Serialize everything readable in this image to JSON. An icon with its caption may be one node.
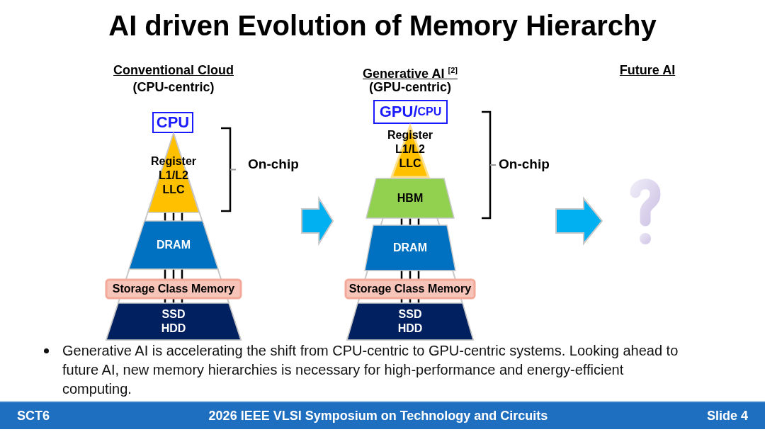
{
  "diagram": {
    "title": "AI driven Evolution of Memory Hierarchy",
    "nodes": [
      {
        "text": [
          "Conventional Cloud",
          "(CPU-centric)",
          "On-chip"
        ]
      },
      {
        "text": [
          "CPU"
        ],
        "in": 0
      },
      {
        "text": [
          "Register L1/L2 LLC"
        ],
        "in": 0
      },
      {
        "text": [
          "DRAM"
        ],
        "in": 0
      },
      {
        "text": [
          "Storage Class Memory"
        ],
        "in": 0
      },
      {
        "text": [
          "SSD HDD"
        ],
        "in": 0
      },
      {
        "text": [
          "Generative AI $^{[2]}$",
          "(GPU-centric)",
          "On-chip"
        ]
      },
      {
        "text": [
          "GPU/",
          "CPU"
        ],
        "in": 6
      },
      {
        "text": [
          "Register L1/L2 LLC"
        ],
        "in": 6
      },
      {
        "text": [
          "HBM"
        ],
        "in": 6
      },
      {
        "text": [
          "DRAM"
        ],
        "in": 6
      },
      {
        "text": [
          "Storage Class Memory"
        ],
        "in": 6
      },
      {
        "text": [
          "SSD HDD"
        ],
        "in": 6
      },
      {
        "text": [
          "Future AI"
        ]
      }
    ],
    "edges": [
      {
        "from": 0,
        "to": 6,
        "arrow": "to",
        "style": "thick",
        "color": "#00b0f0"
      },
      {
        "from": 6,
        "to": 13,
        "arrow": "to",
        "style": "thick",
        "color": "#00b0f0"
      },
      {
        "from": 2,
        "to": 3,
        "arrow": "none"
      },
      {
        "from": 3,
        "to": 4,
        "arrow": "none"
      },
      {
        "from": 4,
        "to": 5,
        "arrow": "none"
      },
      {
        "from": 9,
        "to": 10,
        "arrow": "none"
      },
      {
        "from": 10,
        "to": 11,
        "arrow": "none"
      },
      {
        "from": 11,
        "to": 12,
        "arrow": "none"
      }
    ],
    "labels": [
      "Generative AI is accelerating the shift from CPU-centric to GPU-centric systems. Looking ahead to future AI, new memory hierarchies is necessary for high-performance and energy-efficient computing.",
      "SCT6",
      "2026 IEEE VLSI Symposium on Technology and Circuits",
      "Slide 4"
    ]
  }
}
